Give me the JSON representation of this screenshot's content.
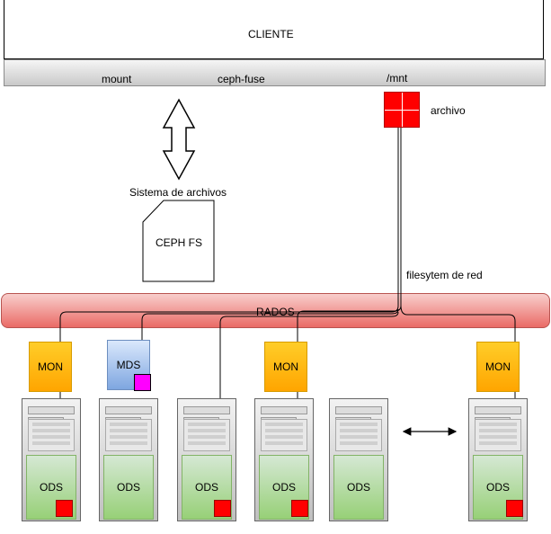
{
  "client": {
    "title": "CLIENTE",
    "mount": "mount",
    "fuse": "ceph-fuse",
    "mnt": "/mnt"
  },
  "file": {
    "label": "archivo"
  },
  "fs": {
    "label": "Sistema de archivos",
    "doc": "CEPH FS"
  },
  "network": {
    "label": "filesytem de red"
  },
  "rados": {
    "label": "RADOS"
  },
  "mon_label": "MON",
  "mds_label": "MDS",
  "ods_label": "ODS",
  "colors": {
    "rados": "#ea6b66",
    "mon": "#ffa500",
    "mds": "#7ea6e0",
    "ods": "#97d077",
    "object": "#ff0000",
    "metadata": "#ff00ff"
  }
}
